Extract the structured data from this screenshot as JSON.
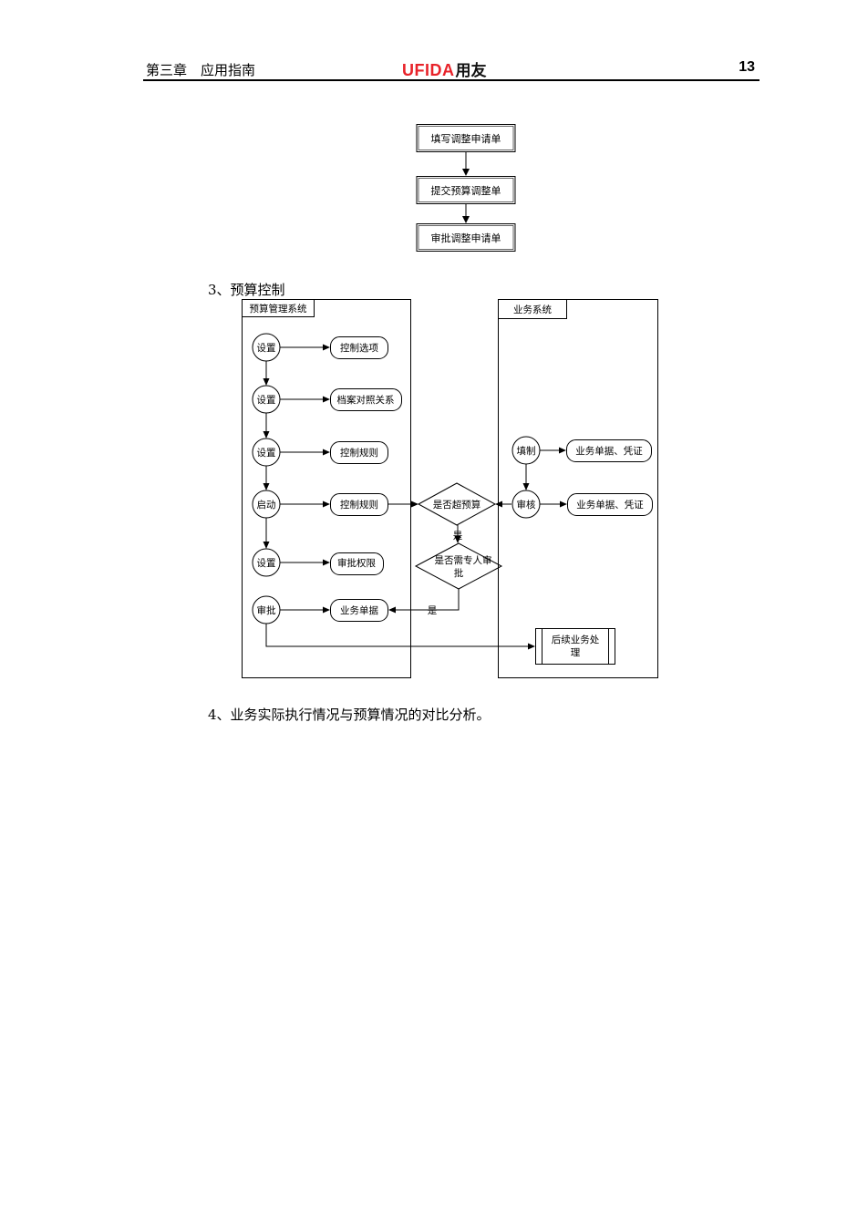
{
  "header": {
    "chapter": "第三章　应用指南",
    "logo_en": "UFIDA",
    "logo_cn": "用友",
    "page_number": "13"
  },
  "flow1": {
    "step1": "填写调整申请单",
    "step2": "提交预算调整单",
    "step3": "审批调整申请单"
  },
  "section3": "3、预算控制",
  "diagram": {
    "left_lane": "预算管理系统",
    "right_lane": "业务系统",
    "l1": "设置",
    "o1": "控制选项",
    "l2": "设置",
    "o2": "档案对照关系",
    "l3": "设置",
    "o3": "控制规则",
    "l4": "启动",
    "o4": "控制规则",
    "l5": "设置",
    "o5": "审批权限",
    "l6": "审批",
    "o6": "业务单据",
    "d1": "是否超预算",
    "yes1": "是",
    "d2_line1": "是否需专人审",
    "d2_line2": "批",
    "yes2": "是",
    "r1": "填制",
    "ro1": "业务单据、凭证",
    "r2": "审核",
    "ro2": "业务单据、凭证",
    "end_line1": "后续业务处",
    "end_line2": "理"
  },
  "section4": "4、业务实际执行情况与预算情况的对比分析。"
}
